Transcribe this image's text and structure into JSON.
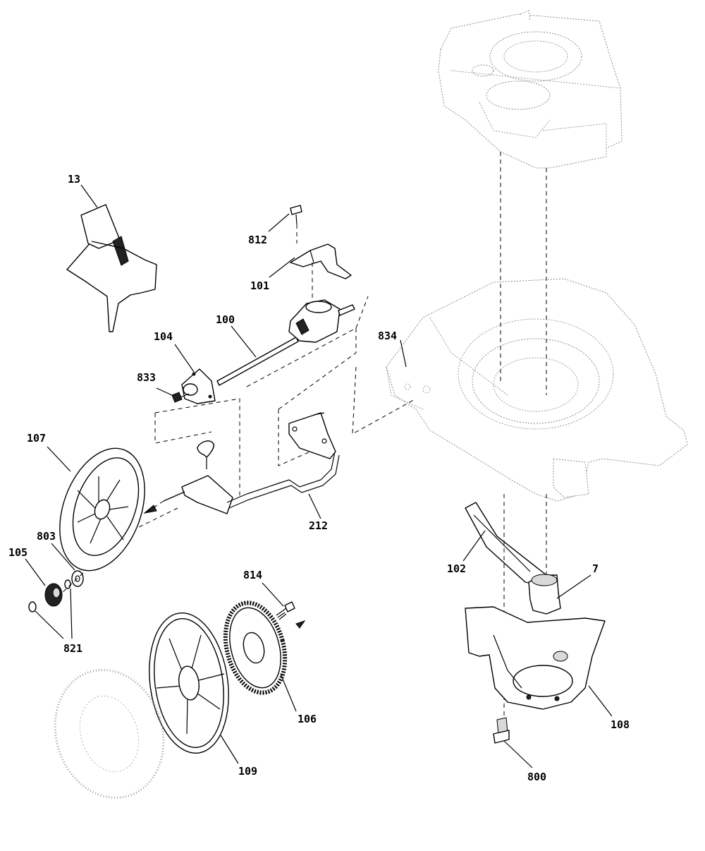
{
  "diagram": {
    "part_numbers": {
      "p13": "13",
      "p812": "812",
      "p101": "101",
      "p100": "100",
      "p104": "104",
      "p834": "834",
      "p833": "833",
      "p107": "107",
      "p212": "212",
      "p803": "803",
      "p105": "105",
      "p821": "821",
      "p102": "102",
      "p7": "7",
      "p814": "814",
      "p106": "106",
      "p109": "109",
      "p108": "108",
      "p800": "800"
    }
  }
}
